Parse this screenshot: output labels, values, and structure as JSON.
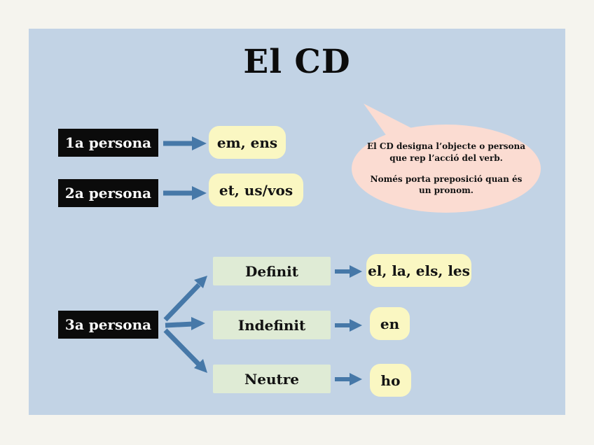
{
  "title": "El CD",
  "persons": [
    {
      "label": "1a persona",
      "pronouns": "em, ens"
    },
    {
      "label": "2a persona",
      "pronouns": "et, us/vos"
    },
    {
      "label": "3a persona"
    }
  ],
  "third_person_branches": [
    {
      "category": "Definit",
      "pronouns": "el, la, els, les"
    },
    {
      "category": "Indefinit",
      "pronouns": "en"
    },
    {
      "category": "Neutre",
      "pronouns": "ho"
    }
  ],
  "bubble": {
    "paragraph1": "El CD designa l’objecte o persona que rep l’acció del verb.",
    "paragraph2": "Només porta preposició quan és un pronom."
  },
  "colors": {
    "canvas_bg": "#f5f4ee",
    "panel_bg": "#c2d3e5",
    "person_box_bg": "#0b0b0b",
    "person_box_text": "#fbfbfb",
    "pronoun_box_bg": "#faf7c2",
    "category_box_bg": "#dfebd5",
    "bubble_bg": "#fbdcd2",
    "arrow": "#4678a8",
    "title_text": "#0c0c0c"
  },
  "icons": {
    "arrow_right": "right-arrow-icon",
    "speech_tail": "speech-bubble-tail"
  }
}
